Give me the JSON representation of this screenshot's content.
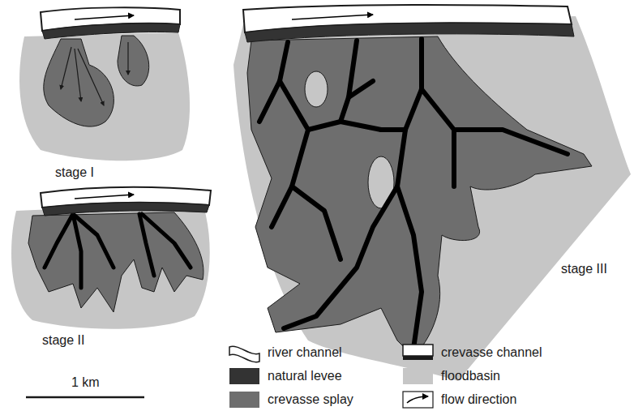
{
  "diagram": {
    "labels": [
      "stage I",
      "stage II",
      "stage III",
      "1 km"
    ],
    "legend": [
      {
        "text": "river channel"
      },
      {
        "text": "natural levee",
        "color": "#333333"
      },
      {
        "text": "crevasse splay",
        "color": "#6e6e6e"
      },
      {
        "text": "crevasse channel"
      },
      {
        "text": "floodbasin",
        "color": "#c6c6c6"
      },
      {
        "text": "flow direction"
      }
    ]
  }
}
